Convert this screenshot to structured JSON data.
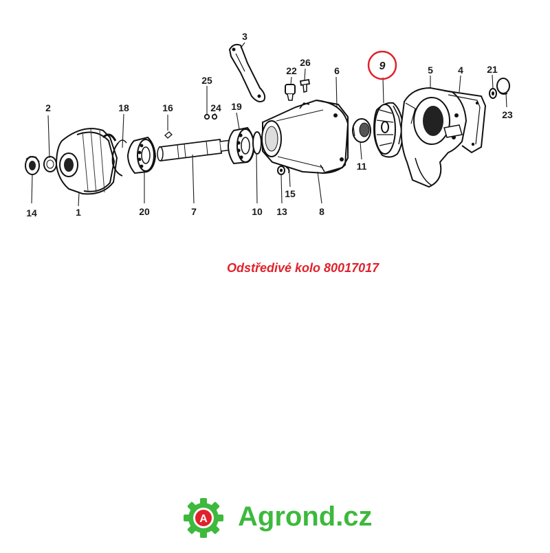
{
  "diagram": {
    "labels": {
      "p1": "1",
      "p2": "2",
      "p3": "3",
      "p4": "4",
      "p5": "5",
      "p6": "6",
      "p7": "7",
      "p8": "8",
      "p9": "9",
      "p10": "10",
      "p11": "11",
      "p13": "13",
      "p14": "14",
      "p15": "15",
      "p16": "16",
      "p18": "18",
      "p19": "19",
      "p20": "20",
      "p21": "21",
      "p22": "22",
      "p23": "23",
      "p24": "24",
      "p25": "25",
      "p26": "26"
    },
    "highlighted_part": "9",
    "highlight_color": "#e0212b"
  },
  "caption": {
    "text": "Odstředivé kolo 80017017",
    "color": "#e0212b"
  },
  "brand": {
    "logo_letter": "A",
    "name": "Agrond.cz",
    "color": "#3db93d",
    "accent": "#e0212b"
  }
}
